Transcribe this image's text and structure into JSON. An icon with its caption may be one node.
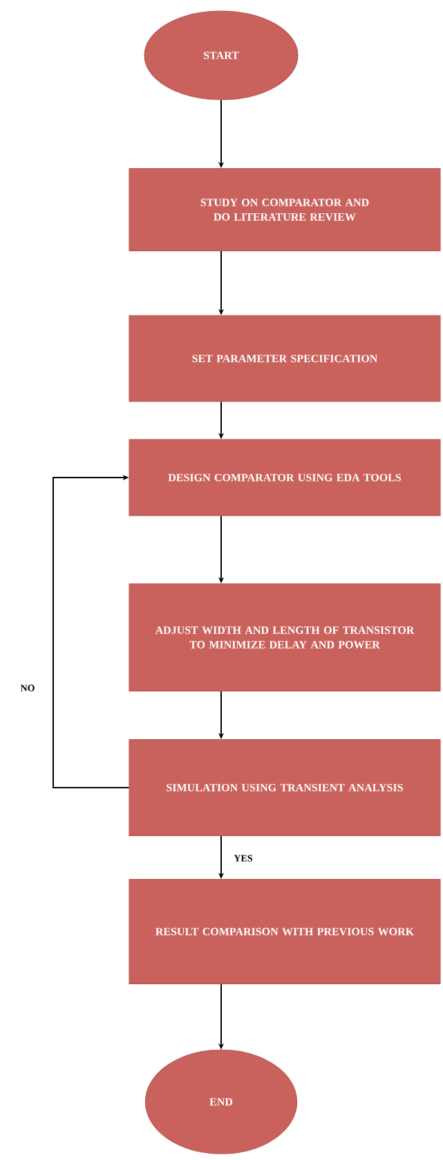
{
  "diagram": {
    "nodes": [
      {
        "text": [
          "START"
        ]
      },
      {
        "text": [
          "STUDY ON COMPARATOR AND DO LITERATURE REVIEW"
        ]
      },
      {
        "text": [
          "SET PARAMETER SPECIFICATION"
        ]
      },
      {
        "text": [
          "DESIGN COMPARATOR USING EDA TOOLS"
        ]
      },
      {
        "text": [
          "ADJUST WIDTH AND LENGTH OF TRANSISTOR TO MINIMIZE DELAY AND POWER"
        ]
      },
      {
        "text": [
          "SIMULATION USING TRANSIENT ANALYSIS"
        ]
      },
      {
        "text": [
          "RESULT COMPARISON WITH PREVIOUS WORK"
        ]
      },
      {
        "text": [
          "END"
        ]
      }
    ],
    "edges": [
      {
        "from": 0,
        "to": 1,
        "arrow": "to"
      },
      {
        "from": 1,
        "to": 2,
        "arrow": "to"
      },
      {
        "from": 2,
        "to": 3,
        "arrow": "to"
      },
      {
        "from": 3,
        "to": 4,
        "arrow": "to"
      },
      {
        "from": 4,
        "to": 5,
        "arrow": "to"
      },
      {
        "from": 5,
        "to": 3,
        "arrow": "to",
        "label": "NO"
      },
      {
        "from": 5,
        "to": 6,
        "arrow": "to",
        "label": "YES"
      },
      {
        "from": 6,
        "to": 7,
        "arrow": "to"
      }
    ]
  }
}
